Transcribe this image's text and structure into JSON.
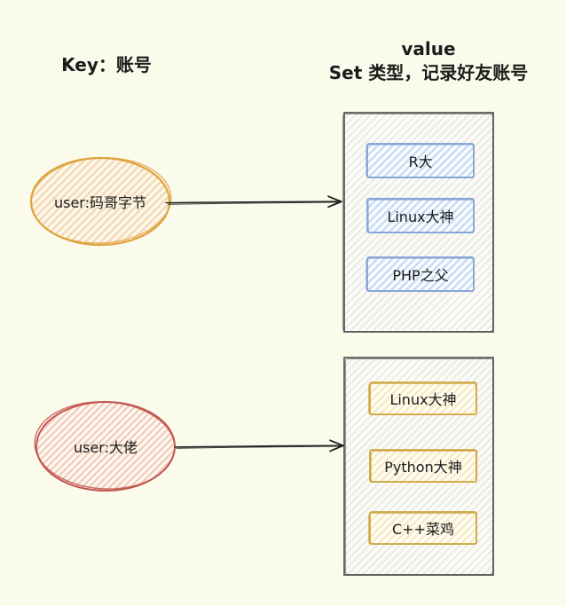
{
  "canvas": {
    "background": "#FBFBEC"
  },
  "headers": {
    "key": "Key：账号",
    "value_line1": "value",
    "value_line2": "Set 类型，记录好友账号"
  },
  "keys": [
    {
      "label": "user:码哥字节"
    },
    {
      "label": "user:大佬"
    }
  ],
  "sets": [
    {
      "members": [
        "R大",
        "Linux大神",
        "PHP之父"
      ]
    },
    {
      "members": [
        "Linux大神",
        "Python大神",
        "C++菜鸡"
      ]
    }
  ],
  "colors": {
    "text": "#1C1C1C",
    "arrow": "#1B1B1B",
    "key1_stroke": "#E0A33E",
    "key1_hatch": "#F6D9BA",
    "key2_stroke": "#C2564F",
    "key2_hatch": "#F3C6C1",
    "container_stroke": "#5A5A58",
    "container_hatch": "#EBEBE3",
    "container_base": "#FBFBF8",
    "set1_member_stroke": "#7D9FD3",
    "set1_member_hatch": "#CBDDF5",
    "set1_member_base": "#FDFEFF",
    "set2_member_stroke": "#CFA43F",
    "set2_member_hatch": "#F8ECC6",
    "set2_member_base": "#FFFEF9"
  }
}
